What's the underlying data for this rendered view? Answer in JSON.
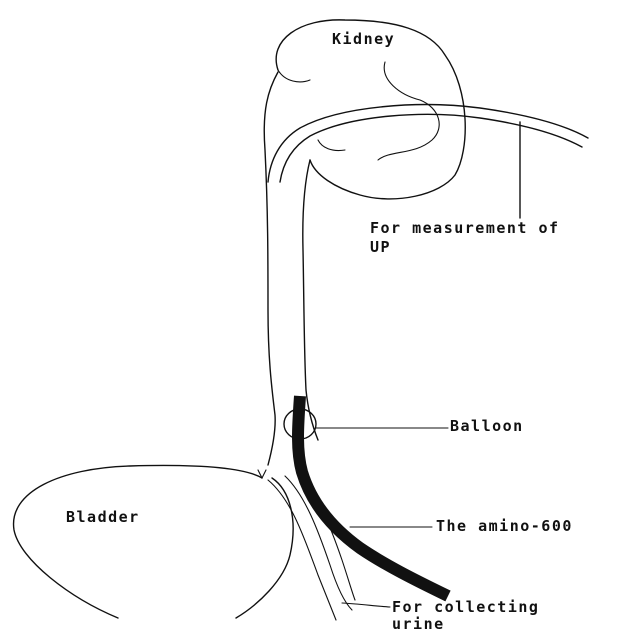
{
  "labels": {
    "kidney": "Kidney",
    "measurement_line1": "For measurement of",
    "measurement_line2": "UP",
    "balloon": "Balloon",
    "bladder": "Bladder",
    "catheter": "The amino-600",
    "collecting_line1": "For collecting",
    "collecting_line2": "urine"
  },
  "colors": {
    "ink": "#111111",
    "background": "#ffffff"
  }
}
